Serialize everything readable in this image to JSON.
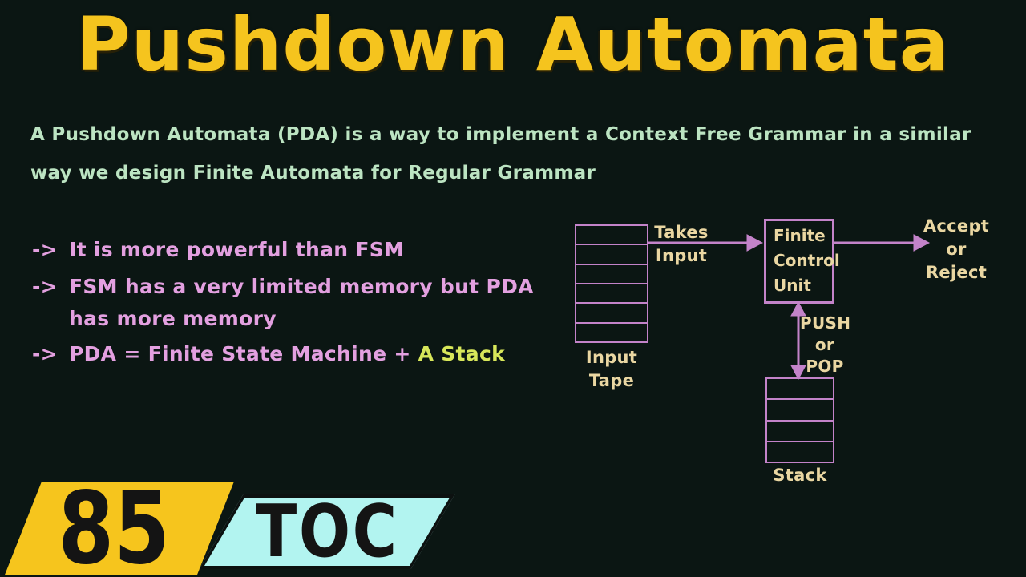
{
  "title": "Pushdown Automata",
  "intro": {
    "line1": "A Pushdown Automata (PDA) is a way to implement a Context Free Grammar in a similar",
    "line2": "way we design Finite Automata for Regular Grammar"
  },
  "bullets": {
    "arrow_glyph": "->",
    "item1": "It is more powerful than FSM",
    "item2_line1": "FSM has a very limited memory but PDA",
    "item2_line2": "has more memory",
    "item3_main": "PDA = Finite State Machine + ",
    "item3_highlight": "A Stack"
  },
  "diagram": {
    "tape_rows": 6,
    "stack_rows": 4,
    "input_tape_label_line1": "Input",
    "input_tape_label_line2": "Tape",
    "takes_input_line1": "Takes",
    "takes_input_line2": "Input",
    "fcu_line1": "Finite",
    "fcu_line2": "Control",
    "fcu_line3": "Unit",
    "accept_line1": "Accept",
    "accept_line2": "or",
    "accept_line3": "Reject",
    "pushpop_line1": "PUSH",
    "pushpop_line2": "or",
    "pushpop_line3": "POP",
    "stack_label": "Stack"
  },
  "badges": {
    "episode_number": "85",
    "series": "TOC"
  },
  "colors": {
    "background": "#0b1613",
    "title": "#f5c41e",
    "intro_text": "#bce4c2",
    "bullet_text": "#e3a0e0",
    "highlight_text": "#d8e75a",
    "diagram_line": "#c383c9",
    "diagram_text": "#ead7a2",
    "badge_yellow": "#f6c51d",
    "badge_cyan": "#b2f4f0",
    "badge_text": "#141414"
  }
}
